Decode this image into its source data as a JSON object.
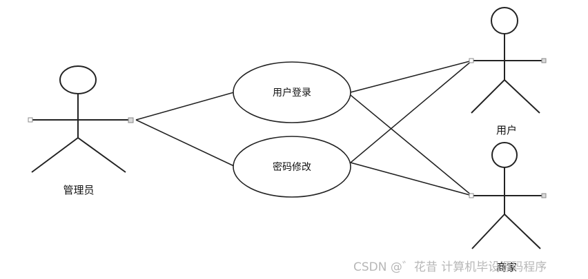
{
  "actors": {
    "admin": {
      "label": "管理员"
    },
    "user": {
      "label": "用户"
    },
    "merchant": {
      "label": "商家"
    }
  },
  "use_cases": {
    "login": {
      "label": "用户登录"
    },
    "password": {
      "label": "密码修改"
    }
  },
  "watermark": {
    "text": "CSDN @゛花昔 计算机毕设源码程序"
  },
  "colors": {
    "line": "#222222",
    "ellipse_fill": "#ffffff",
    "handle_fill": "#d9d9d9",
    "watermark": "#b7b7b7"
  }
}
